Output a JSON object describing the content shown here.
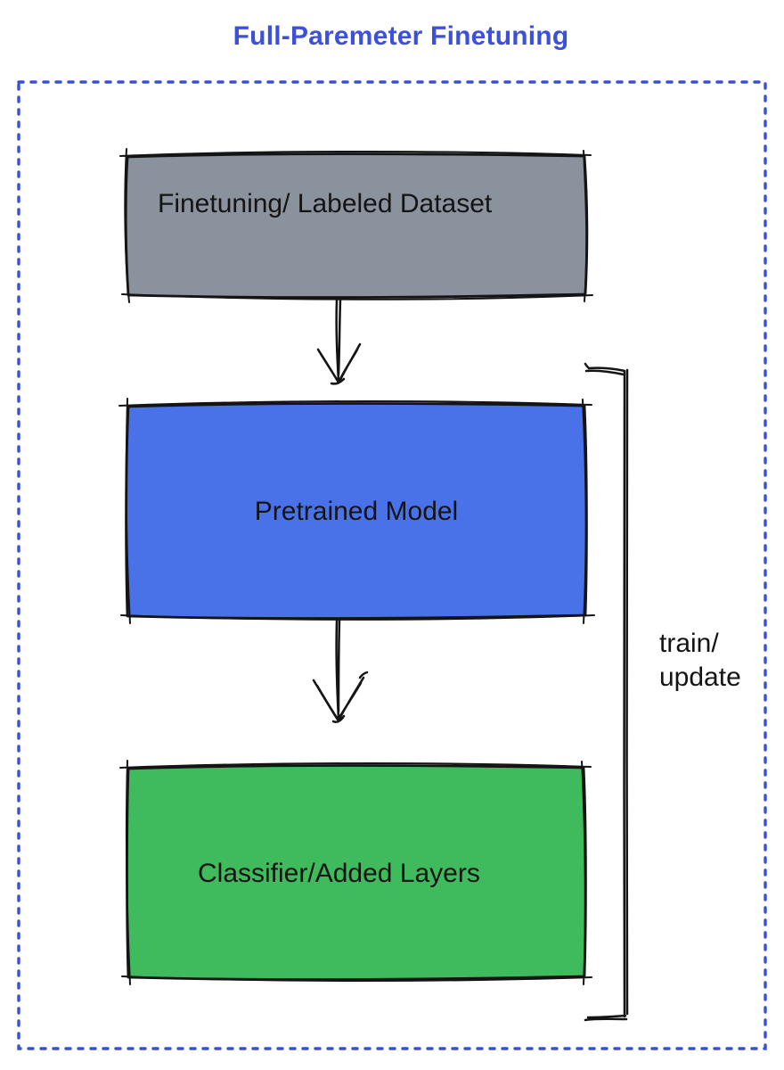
{
  "diagram": {
    "title": "Full-Paremeter Finetuning",
    "colors": {
      "title": "#3C50D9",
      "frame_dash": "#3A50D2",
      "sketch_stroke": "#141414",
      "dataset_fill": "#8A929D",
      "pretrained_fill": "#4A72E8",
      "classifier_fill": "#3FBB5D"
    },
    "nodes": [
      {
        "id": "dataset",
        "label": "Finetuning/ Labeled Dataset",
        "fill": "#8A929D"
      },
      {
        "id": "pretrained",
        "label": "Pretrained Model",
        "fill": "#4A72E8"
      },
      {
        "id": "classifier",
        "label": "Classifier/Added Layers",
        "fill": "#3FBB5D"
      }
    ],
    "edges": [
      {
        "from": "dataset",
        "to": "pretrained"
      },
      {
        "from": "pretrained",
        "to": "classifier"
      }
    ],
    "bracket": {
      "label_line1": "train/",
      "label_line2": "update"
    }
  }
}
